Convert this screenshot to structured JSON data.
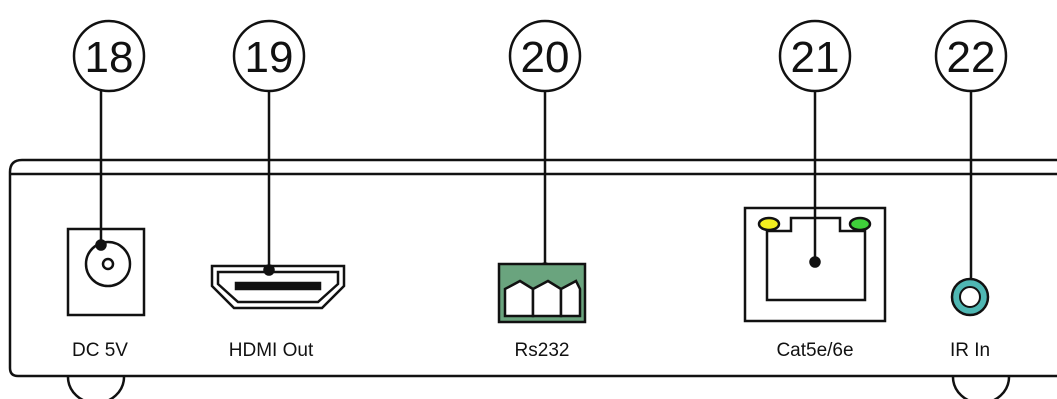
{
  "callouts": [
    {
      "number": "18",
      "port": "DC 5V"
    },
    {
      "number": "19",
      "port": "HDMI Out"
    },
    {
      "number": "20",
      "port": "Rs232"
    },
    {
      "number": "21",
      "port": "Cat5e/6e"
    },
    {
      "number": "22",
      "port": "IR In"
    }
  ],
  "colors": {
    "line": "#111111",
    "rs232_connector": "#6aa47e",
    "led_left": "#f2ee1f",
    "led_right": "#3fcf3a",
    "ir_ring": "#4fb7b3"
  }
}
